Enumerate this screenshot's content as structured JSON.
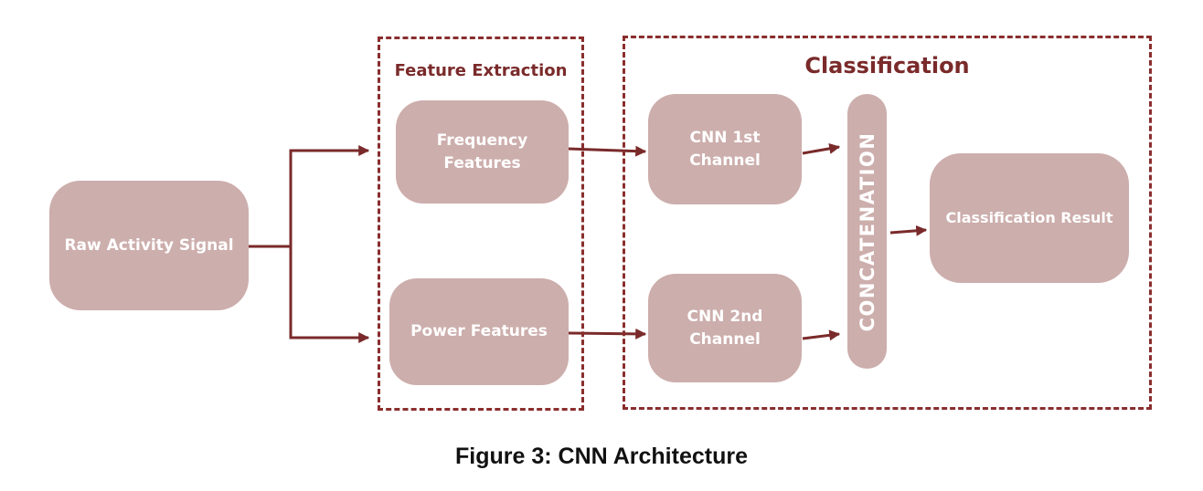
{
  "groups": {
    "feature_extraction": {
      "title": "Feature Extraction"
    },
    "classification": {
      "title": "Classification"
    }
  },
  "nodes": {
    "raw_signal": {
      "label": "Raw Activity Signal"
    },
    "frequency_features": {
      "label_line1": "Frequency",
      "label_line2": "Features"
    },
    "power_features": {
      "label": "Power Features"
    },
    "cnn_1": {
      "label_line1": "CNN 1st",
      "label_line2": "Channel"
    },
    "cnn_2": {
      "label_line1": "CNN 2nd",
      "label_line2": "Channel"
    },
    "concatenation": {
      "label": "CONCATENATION"
    },
    "result": {
      "label": "Classification Result"
    }
  },
  "caption": "Figure 3: CNN Architecture",
  "colors": {
    "node_fill": "#ccaeac",
    "node_text": "#ffffff",
    "arrow": "#7a2a2a",
    "group_border": "#8a2e2e",
    "group_title": "#7a2a2a"
  }
}
